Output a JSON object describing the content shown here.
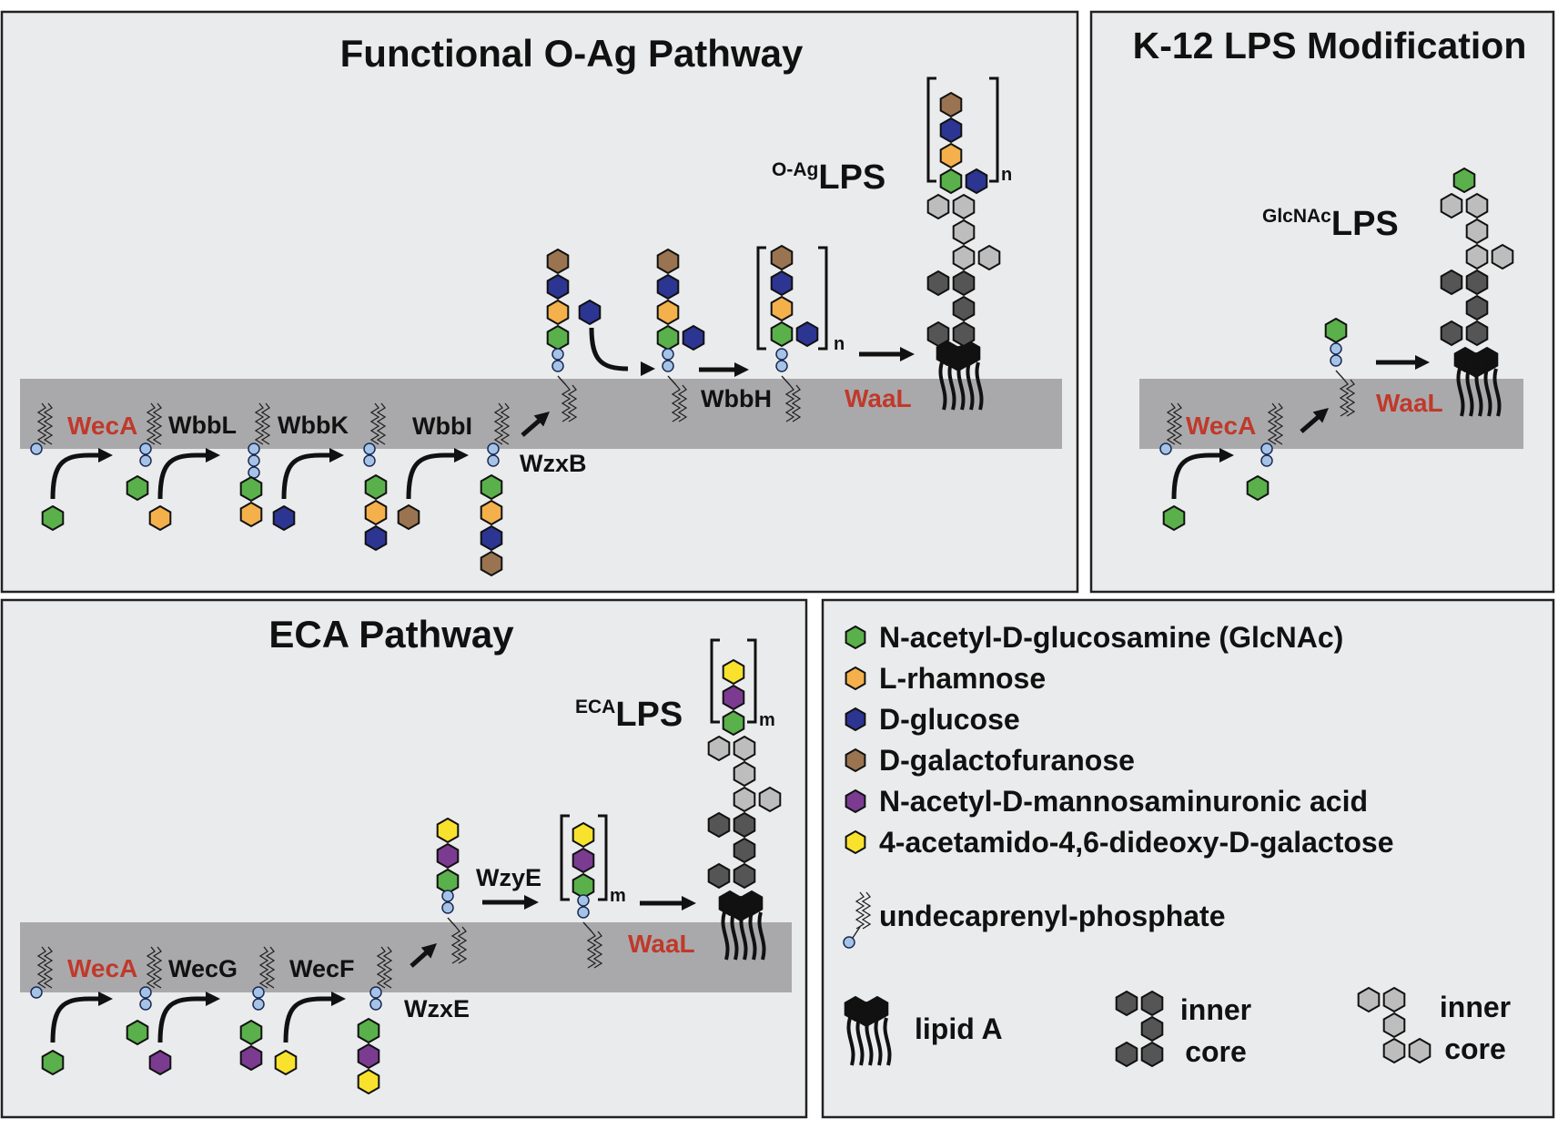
{
  "colors": {
    "glcnac": "#5ab04a",
    "rhamnose": "#f4b04b",
    "glucose": "#2c3592",
    "galactofuranose": "#9a7450",
    "mannac": "#7b3b91",
    "fuc4nac": "#f8e22d",
    "inner_core": "#555555",
    "outer_core": "#bdbdbd",
    "lipid": "#111111",
    "phosphate": "#a5c3e6",
    "membrane": "#a9a9ab",
    "panel_bg": "#eaebec",
    "enzyme_red": "#c0392b"
  },
  "panels": {
    "oag": {
      "title": "Functional O-Ag Pathway",
      "enzymes": [
        "WecA",
        "WbbL",
        "WbbK",
        "WbbI",
        "WzxB",
        "WbbH",
        "WaaL"
      ],
      "product_prefix": "O-Ag",
      "product_label": "LPS",
      "repeat": "n"
    },
    "k12": {
      "title": "K-12 LPS Modification",
      "enzymes": [
        "WecA",
        "WaaL"
      ],
      "product_prefix": "GlcNAc",
      "product_label": "LPS"
    },
    "eca": {
      "title": "ECA Pathway",
      "enzymes": [
        "WecA",
        "WecG",
        "WecF",
        "WzxE",
        "WzyE",
        "WaaL"
      ],
      "product_prefix": "ECA",
      "product_label": "LPS",
      "repeat": "m"
    }
  },
  "legend": {
    "items": [
      {
        "label": "N-acetyl-D-glucosamine (GlcNAc)",
        "color": "#5ab04a"
      },
      {
        "label": "L-rhamnose",
        "color": "#f4b04b"
      },
      {
        "label": "D-glucose",
        "color": "#2c3592"
      },
      {
        "label": "D-galactofuranose",
        "color": "#9a7450"
      },
      {
        "label": "N-acetyl-D-mannosaminuronic acid",
        "color": "#7b3b91"
      },
      {
        "label": "4-acetamido-4,6-dideoxy-D-galactose",
        "color": "#f8e22d"
      }
    ],
    "carrier": "undecaprenyl-phosphate",
    "lipid_a": "lipid A",
    "inner_core_1": "inner",
    "inner_core_2": "core",
    "inner_core_b_1": "inner",
    "inner_core_b_2": "core"
  }
}
